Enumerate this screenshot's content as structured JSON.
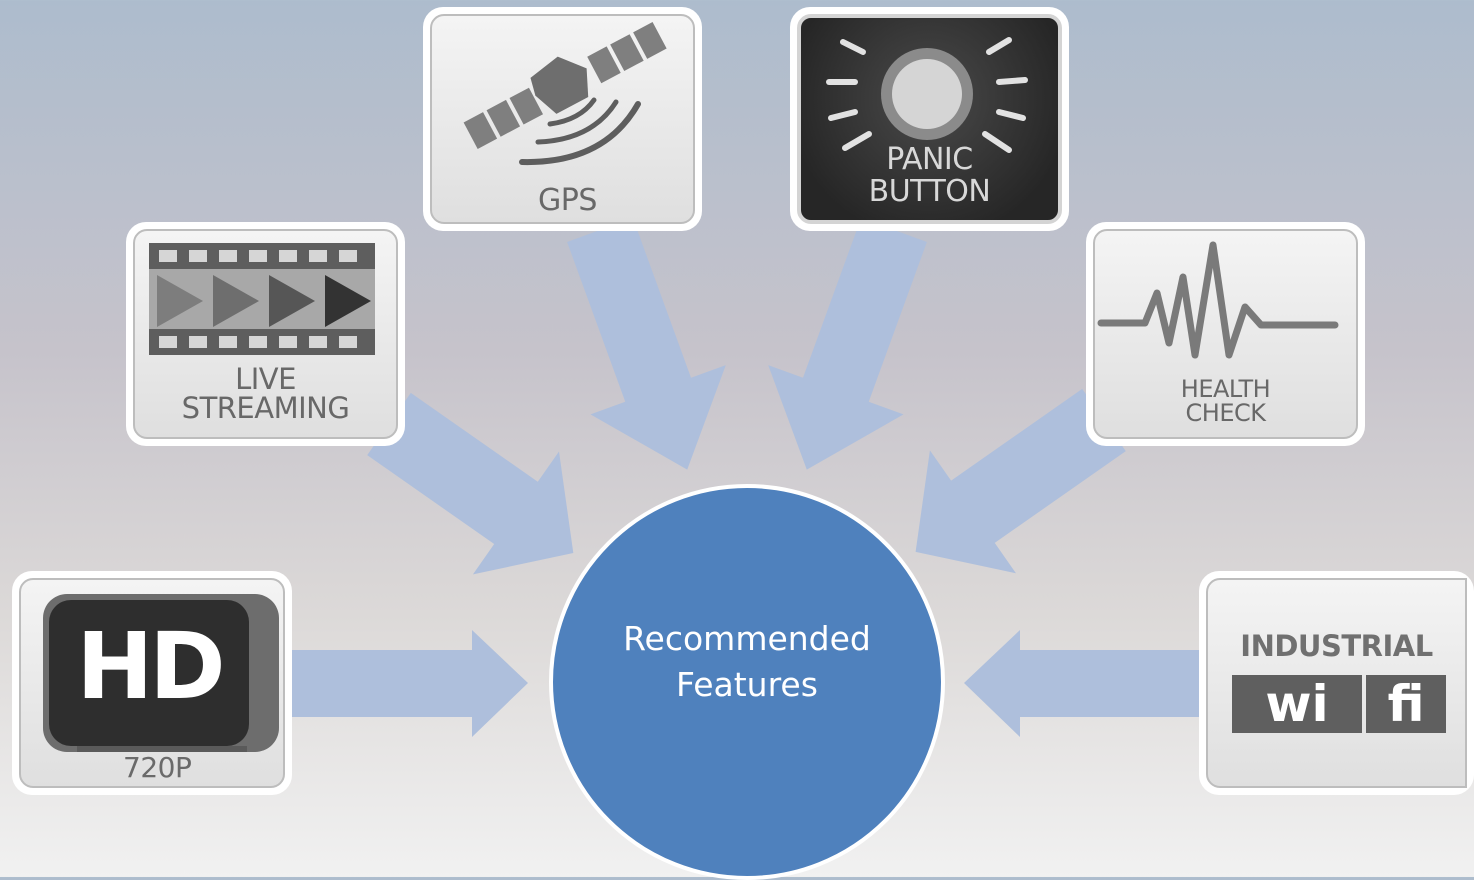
{
  "center": {
    "line1": "Recommended",
    "line2": "Features"
  },
  "features": {
    "hd": {
      "icon": "hd-icon",
      "badge": "HD",
      "caption": "720P"
    },
    "live_streaming": {
      "icon": "film-strip-play-icon",
      "line1": "LIVE",
      "line2": "STREAMING"
    },
    "gps": {
      "icon": "satellite-icon",
      "caption": "GPS"
    },
    "panic_button": {
      "icon": "alarm-button-icon",
      "line1": "PANIC",
      "line2": "BUTTON"
    },
    "health_check": {
      "icon": "heartbeat-icon",
      "line1": "HEALTH",
      "line2": "CHECK"
    },
    "wifi": {
      "icon": "wifi-icon",
      "line1": "INDUSTRIAL",
      "word_a": "wi",
      "word_b": "fi"
    }
  },
  "colors": {
    "center_fill": "#4f81bd",
    "arrow_fill": "#aebfdc",
    "icon_gray": "#686868"
  }
}
